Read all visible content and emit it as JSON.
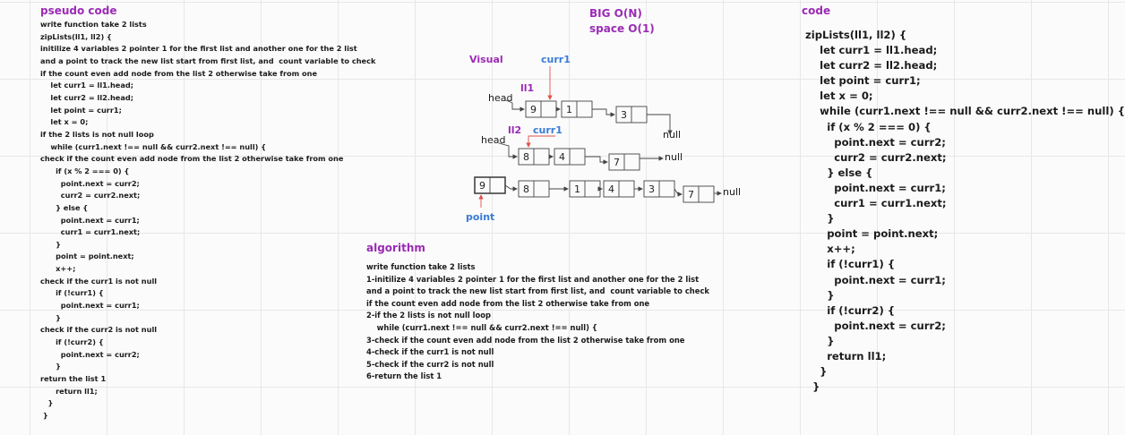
{
  "pseudo": {
    "title": "pseudo code",
    "lines": [
      "write function take 2 lists",
      "zipLists(ll1, ll2) {",
      "initilize 4 variables 2 pointer 1 for the first list and another one for the 2 list",
      "and a point to track the new list start from first list, and  count variable to check",
      "if the count even add node from the list 2 otherwise take from one",
      "    let curr1 = ll1.head;",
      "    let curr2 = ll2.head;",
      "    let point = curr1;",
      "    let x = 0;",
      "if the 2 lists is not null loop",
      "    while (curr1.next !== null && curr2.next !== null) {",
      "check if the count even add node from the list 2 otherwise take from one",
      "      if (x % 2 === 0) {",
      "        point.next = curr2;",
      "        curr2 = curr2.next;",
      "      } else {",
      "        point.next = curr1;",
      "        curr1 = curr1.next;",
      "      }",
      "      point = point.next;",
      "      x++;",
      "check if the curr1 is not null",
      "      if (!curr1) {",
      "        point.next = curr1;",
      "      }",
      "check if the curr2 is not null",
      "      if (!curr2) {",
      "        point.next = curr2;",
      "      }",
      "return the list 1",
      "      return ll1;",
      "   }",
      " }"
    ]
  },
  "bigo": {
    "title": "BIG O(N)",
    "space": "space O(1)"
  },
  "visual": {
    "title": "Visual",
    "curr1_top": "curr1",
    "ll1": "ll1",
    "head1": "head",
    "ll2": "ll2",
    "curr1_mid": "curr1",
    "head2": "head",
    "point": "point",
    "list1_values": [
      "9",
      "1",
      "3"
    ],
    "list2_values": [
      "8",
      "4",
      "7"
    ],
    "merged_values": [
      "9",
      "8",
      "1",
      "4",
      "3",
      "7"
    ],
    "null1": "null",
    "null2": "null",
    "null3": "null"
  },
  "algorithm": {
    "title": "algorithm",
    "lines": [
      "write function take 2 lists",
      "1-initilize 4 variables 2 pointer 1 for the first list and another one for the 2 list",
      "and a point to track the new list start from first list, and  count variable to check",
      "if the count even add node from the list 2 otherwise take from one",
      "2-if the 2 lists is not null loop",
      "    while (curr1.next !== null && curr2.next !== null) {",
      "3-check if the count even add node from the list 2 otherwise take from one",
      "4-check if the curr1 is not null",
      "5-check if the curr2 is not null",
      "6-return the list 1"
    ]
  },
  "code": {
    "title": "code",
    "lines": [
      "zipLists(ll1, ll2) {",
      "    let curr1 = ll1.head;",
      "    let curr2 = ll2.head;",
      "    let point = curr1;",
      "    let x = 0;",
      "    while (curr1.next !== null && curr2.next !== null) {",
      "      if (x % 2 === 0) {",
      "        point.next = curr2;",
      "        curr2 = curr2.next;",
      "      } else {",
      "        point.next = curr1;",
      "        curr1 = curr1.next;",
      "      }",
      "      point = point.next;",
      "      x++;",
      "      if (!curr1) {",
      "        point.next = curr1;",
      "      }",
      "      if (!curr2) {",
      "        point.next = curr2;",
      "      }",
      "      return ll1;",
      "    }",
      "  }"
    ]
  },
  "colors": {
    "heading": "#9b2bb5",
    "pointer": "#3a7bd5",
    "arrow_red": "#e0524a"
  }
}
